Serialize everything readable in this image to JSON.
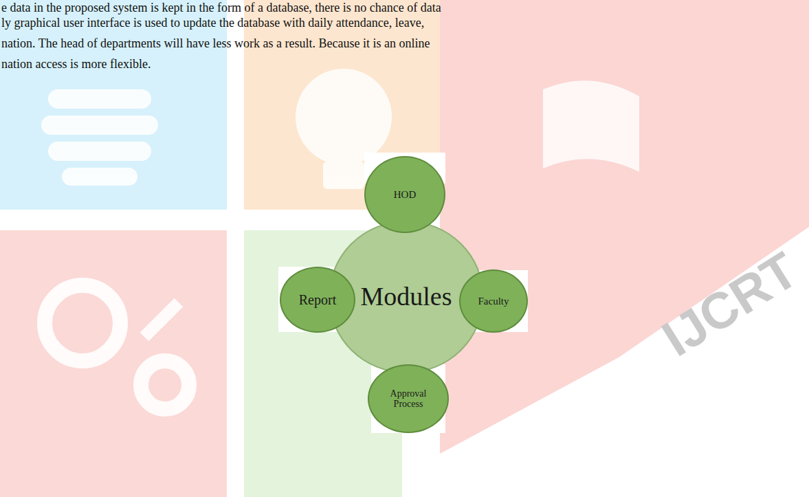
{
  "diagram": {
    "nodes": [
      {
        "text": [
          "HOD"
        ]
      },
      {
        "text": [
          "Report"
        ]
      },
      {
        "text": [
          "Modules"
        ]
      },
      {
        "text": [
          "Faculty"
        ]
      },
      {
        "text": [
          "Approval Process"
        ]
      }
    ],
    "labels": [
      "e data in the proposed system is kept in the form of a database, there is no chance of data",
      "ly graphical user interface is used to update the database with daily attendance, leave,",
      "nation. The head of departments will have less work as a result. Because it is an online",
      "nation access is more flexible.",
      "IJCRT"
    ]
  }
}
